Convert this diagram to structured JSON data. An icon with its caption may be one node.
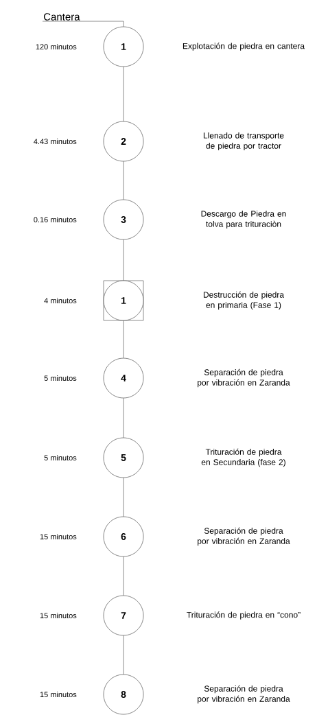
{
  "diagram": {
    "nodes": [
      {
        "text": [
          "Cantera"
        ]
      },
      {
        "text": [
          "1"
        ],
        "beside": [
          "120 minutos"
        ]
      },
      {
        "text": [
          "2"
        ],
        "beside": [
          "4.43 minutos"
        ]
      },
      {
        "text": [
          "3"
        ],
        "beside": [
          "0.16 minutos"
        ]
      },
      {
        "text": [],
        "shape": "box"
      },
      {
        "text": [
          "1"
        ],
        "in": 4,
        "beside": [
          "4 minutos"
        ]
      },
      {
        "text": [
          "4"
        ],
        "beside": [
          "5 minutos"
        ]
      },
      {
        "text": [
          "5"
        ],
        "beside": [
          "5 minutos"
        ]
      },
      {
        "text": [
          "6"
        ],
        "beside": [
          "15 minutos"
        ]
      },
      {
        "text": [
          "7"
        ],
        "beside": [
          "15 minutos"
        ]
      },
      {
        "text": [
          "8"
        ],
        "beside": [
          "15 minutos"
        ]
      }
    ],
    "edges": [
      {
        "from": 0,
        "to": 1,
        "arrow": "none"
      },
      {
        "from": 1,
        "to": 2,
        "arrow": "none"
      },
      {
        "from": 2,
        "to": 3,
        "arrow": "none"
      },
      {
        "from": 3,
        "to": 4,
        "arrow": "none"
      },
      {
        "from": 4,
        "to": 6,
        "arrow": "none"
      },
      {
        "from": 6,
        "to": 7,
        "arrow": "none"
      },
      {
        "from": 7,
        "to": 8,
        "arrow": "none"
      },
      {
        "from": 8,
        "to": 9,
        "arrow": "none"
      },
      {
        "from": 9,
        "to": 10,
        "arrow": "none"
      }
    ],
    "labels": [
      "Explotación de piedra en cantera",
      "Llenado de transporte de piedra por tractor",
      "Descargo de Piedra en tolva para trituraciòn",
      "Destrucción de piedra en primaria (Fase 1)",
      "Separación de piedra por vibración en Zaranda",
      "Trituración de piedra en Secundaria (fase 2)",
      "Separación de piedra por vibración en Zaranda",
      "Trituración de piedra en “cono”",
      "Separación de piedra por vibración en Zaranda"
    ]
  }
}
